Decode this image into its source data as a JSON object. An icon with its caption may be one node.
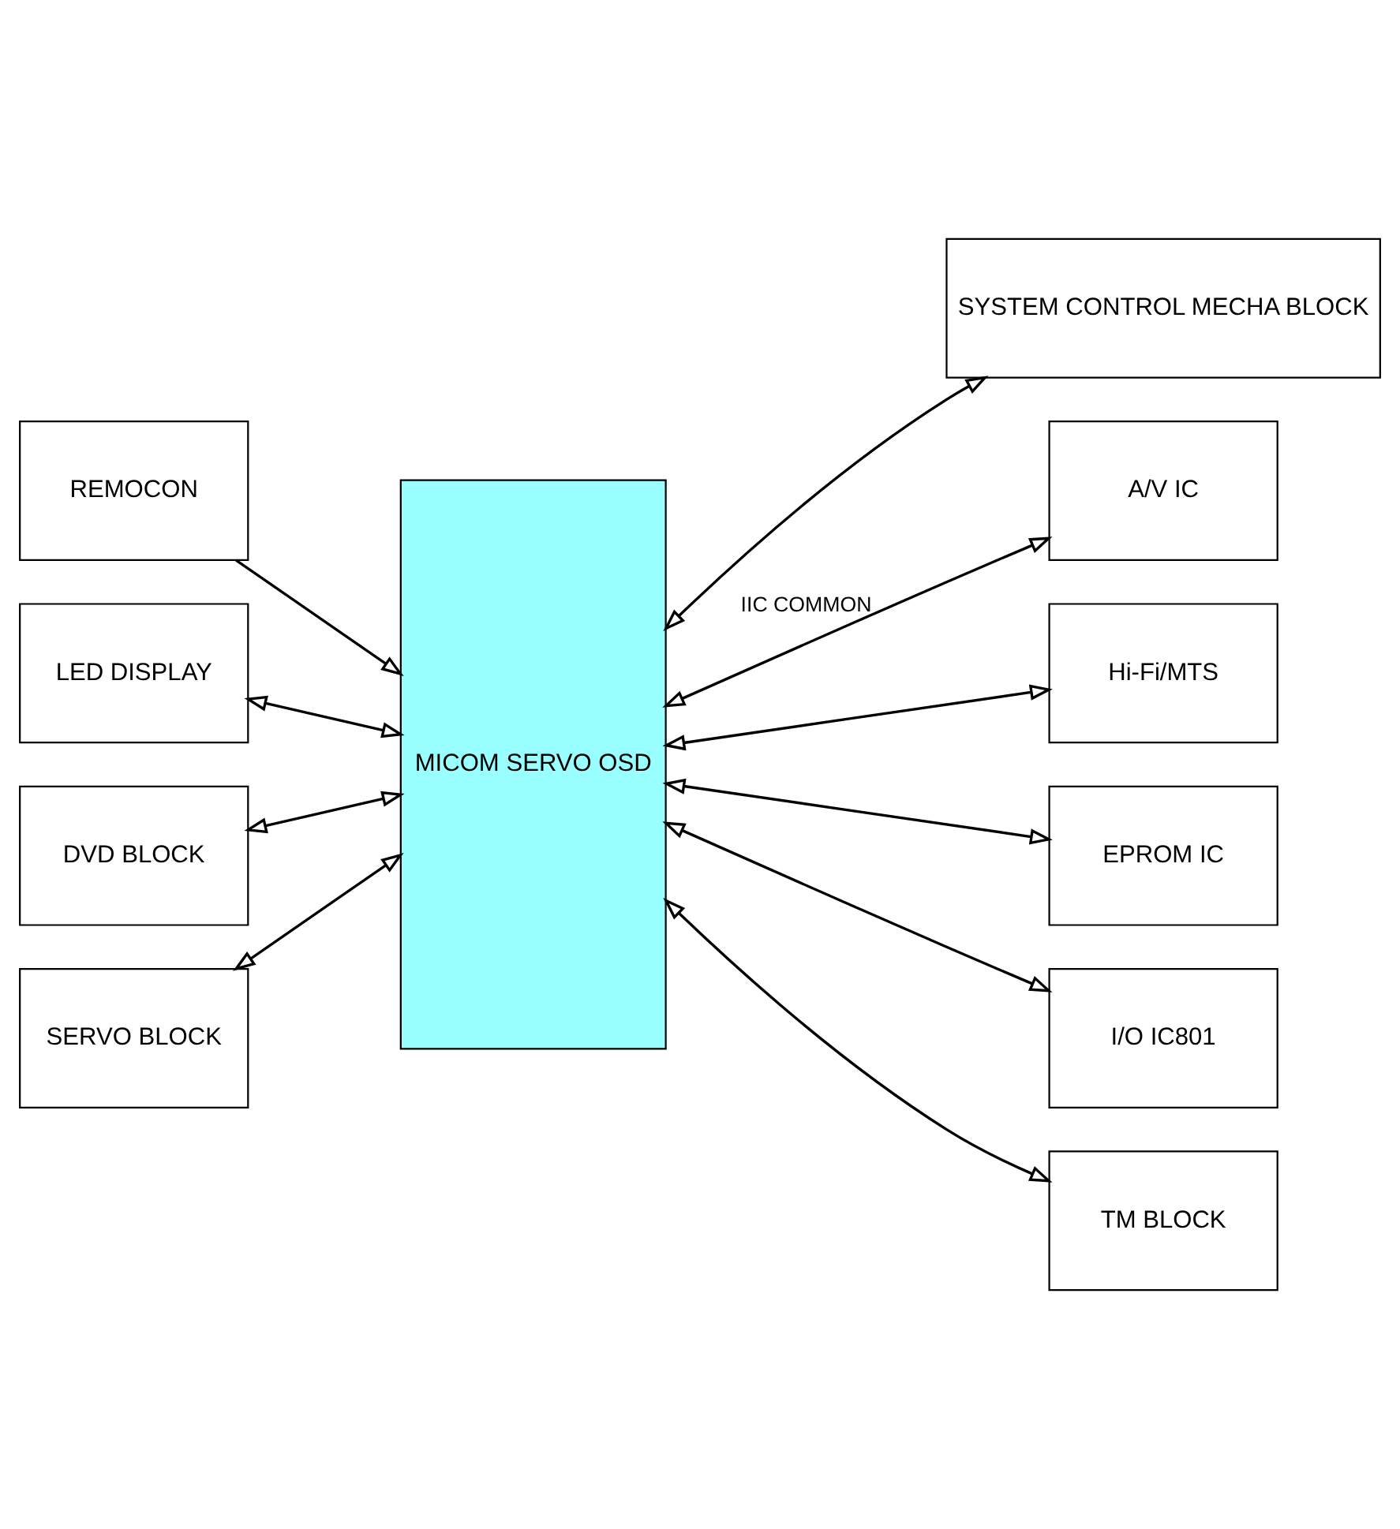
{
  "diagram": {
    "nodes": [
      {
        "text": [
          "REMOCON"
        ]
      },
      {
        "text": [
          "LED DISPLAY"
        ]
      },
      {
        "text": [
          "MICOM SERVO OSD"
        ]
      },
      {
        "text": [
          "SYSTEM CONTROL MECHA BLOCK"
        ]
      },
      {
        "text": [
          "DVD BLOCK"
        ]
      },
      {
        "text": [
          "A/V IC"
        ]
      },
      {
        "text": [
          "Hi-Fi/MTS"
        ]
      },
      {
        "text": [
          "EPROM IC"
        ]
      },
      {
        "text": [
          "I/O IC801"
        ]
      },
      {
        "text": [
          "TM BLOCK"
        ]
      },
      {
        "text": [
          "SERVO BLOCK"
        ]
      }
    ],
    "edges": [
      {
        "from": 0,
        "to": 2,
        "arrow": "to"
      },
      {
        "from": 1,
        "to": 2,
        "arrow": "both"
      },
      {
        "from": 2,
        "to": 3,
        "arrow": "both"
      },
      {
        "from": 4,
        "to": 2,
        "arrow": "both"
      },
      {
        "from": 10,
        "to": 2,
        "arrow": "both"
      },
      {
        "from": 2,
        "to": 5,
        "arrow": "both",
        "label": "IIC COMMON"
      },
      {
        "from": 2,
        "to": 6,
        "arrow": "both"
      },
      {
        "from": 2,
        "to": 7,
        "arrow": "both"
      },
      {
        "from": 2,
        "to": 8,
        "arrow": "both"
      },
      {
        "from": 2,
        "to": 9,
        "arrow": "both"
      }
    ]
  }
}
